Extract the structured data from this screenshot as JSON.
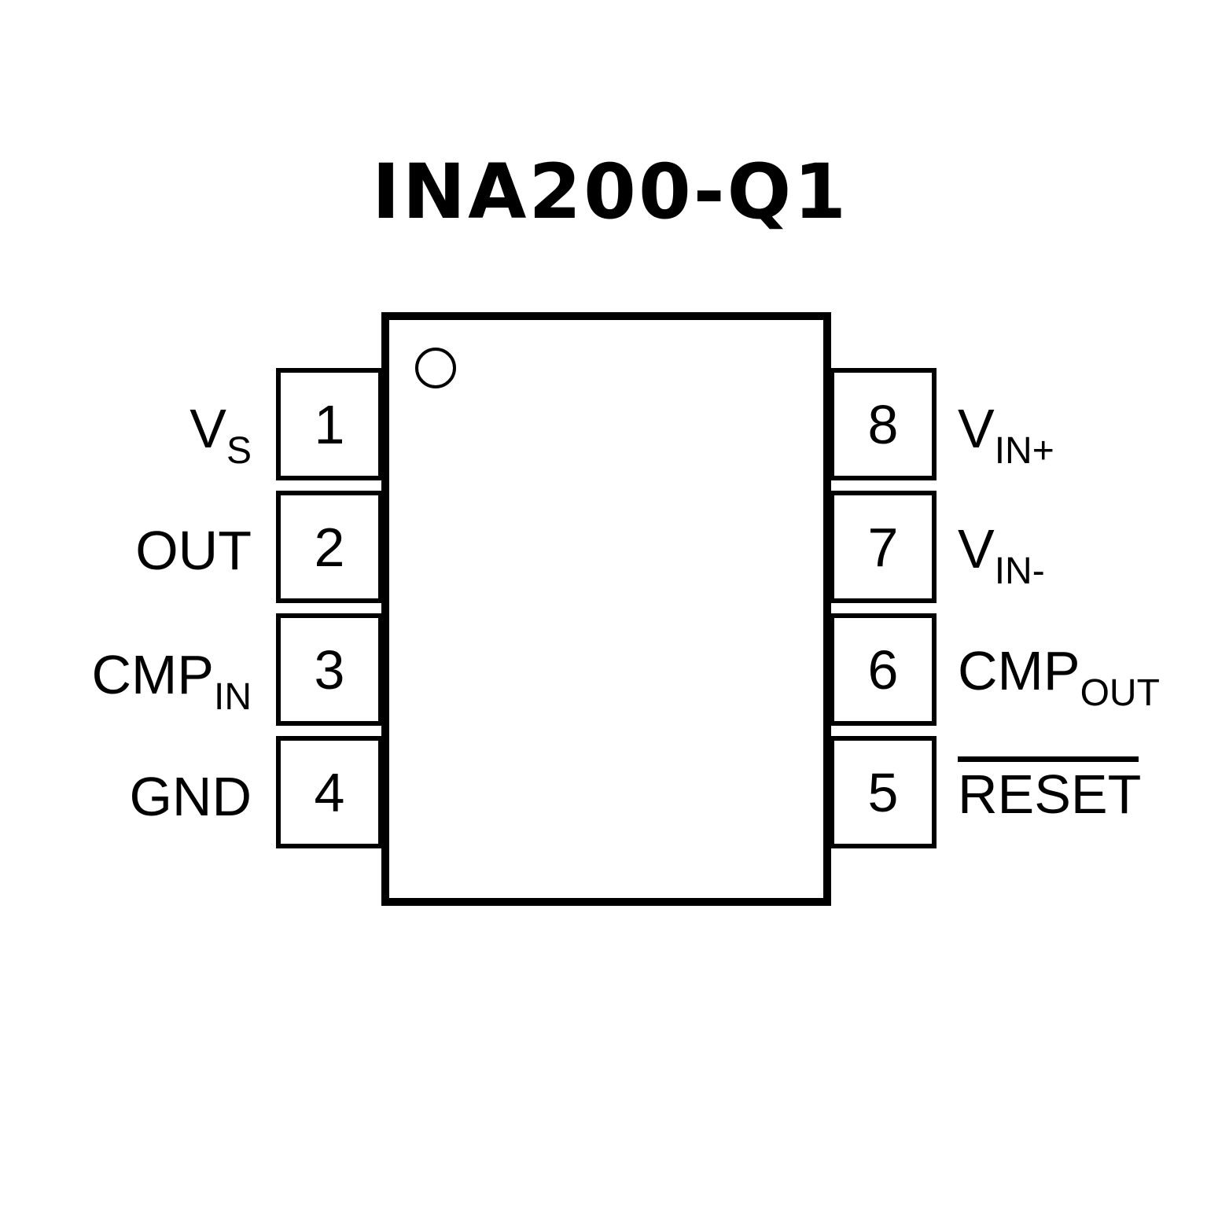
{
  "title": "INA200-Q1",
  "pins": [
    {
      "number": "1",
      "label_main": "V",
      "label_sub": "S"
    },
    {
      "number": "2",
      "label_main": "OUT",
      "label_sub": ""
    },
    {
      "number": "3",
      "label_main": "CMP",
      "label_sub": "IN"
    },
    {
      "number": "4",
      "label_main": "GND",
      "label_sub": ""
    },
    {
      "number": "5",
      "label_main": "RESET",
      "label_sub": "",
      "active_low": true
    },
    {
      "number": "6",
      "label_main": "CMP",
      "label_sub": "OUT"
    },
    {
      "number": "7",
      "label_main": "V",
      "label_sub": "IN-"
    },
    {
      "number": "8",
      "label_main": "V",
      "label_sub": "IN+"
    }
  ],
  "icons": {
    "pin1_marker": "circle-notch-icon"
  }
}
